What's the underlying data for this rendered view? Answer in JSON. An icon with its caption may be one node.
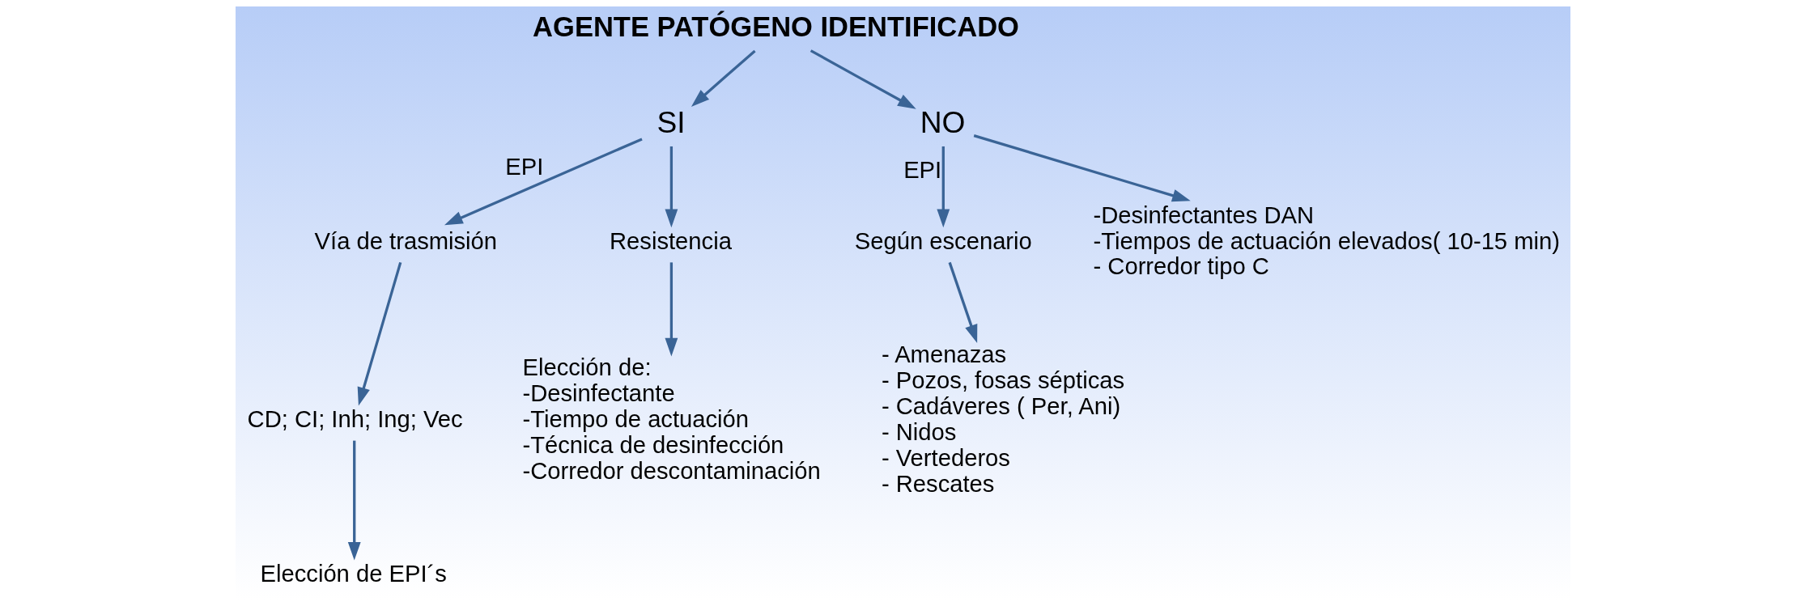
{
  "diagram": {
    "nodes": [
      {
        "text": [
          "AGENTE PATÓGENO IDENTIFICADO"
        ]
      },
      {
        "text": [
          "SI"
        ]
      },
      {
        "text": [
          "NO"
        ]
      },
      {
        "text": [
          "Vía de trasmisión"
        ]
      },
      {
        "text": [
          "Resistencia"
        ]
      },
      {
        "text": [
          "Según escenario"
        ]
      },
      {
        "text": [
          "-Desinfectantes DAN",
          "-Tiempos de actuación elevados( 10-15 min)",
          "- Corredor tipo C"
        ]
      },
      {
        "text": [
          "CD; CI; Inh; Ing; Vec"
        ]
      },
      {
        "text": [
          "Elección de EPI´s"
        ]
      },
      {
        "text": [
          "Elección de:",
          "-Desinfectante",
          "-Tiempo de actuación",
          "-Técnica de desinfección",
          "-Corredor descontaminación"
        ]
      },
      {
        "text": [
          "- Amenazas",
          "- Pozos, fosas sépticas",
          "- Cadáveres ( Per, Ani)",
          "- Nidos",
          "- Vertederos",
          "- Rescates"
        ]
      }
    ],
    "edges": [
      {
        "from": 0,
        "to": 1,
        "arrow": "to"
      },
      {
        "from": 0,
        "to": 2,
        "arrow": "to"
      },
      {
        "from": 1,
        "to": 3,
        "arrow": "to",
        "label": "EPI"
      },
      {
        "from": 1,
        "to": 4,
        "arrow": "to"
      },
      {
        "from": 2,
        "to": 5,
        "arrow": "to",
        "label": "EPI"
      },
      {
        "from": 2,
        "to": 6,
        "arrow": "to"
      },
      {
        "from": 3,
        "to": 7,
        "arrow": "to"
      },
      {
        "from": 7,
        "to": 8,
        "arrow": "to"
      },
      {
        "from": 4,
        "to": 9,
        "arrow": "to"
      },
      {
        "from": 5,
        "to": 10,
        "arrow": "to"
      }
    ]
  }
}
